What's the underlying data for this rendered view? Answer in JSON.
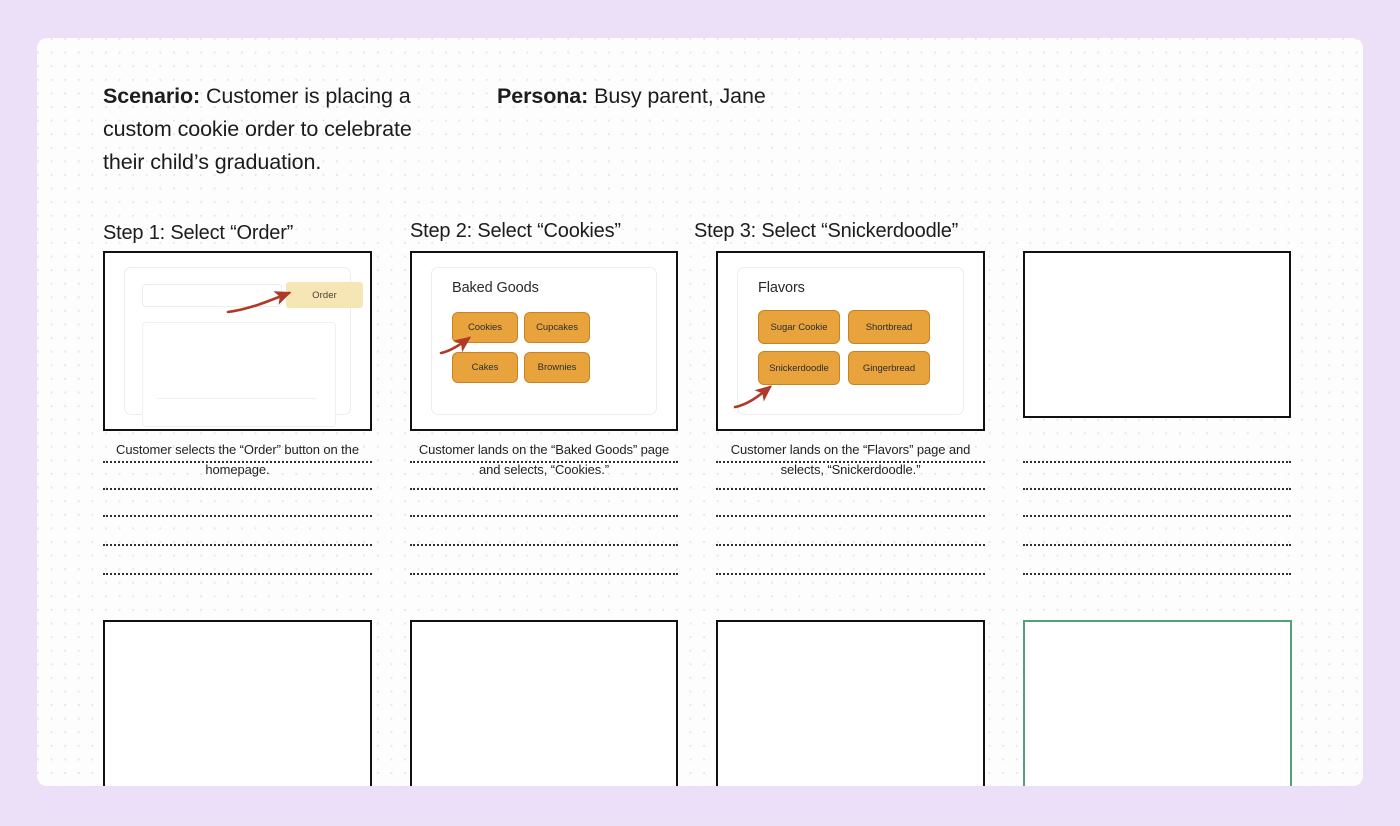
{
  "colors": {
    "page_background": "#ece0f8",
    "canvas_background": "#fdfdfd",
    "frame_border": "#111111",
    "highlight_frame_border": "#4fa27c",
    "option_button_fill": "#e8a33d",
    "option_button_border": "#c8821f",
    "order_button_fill": "#f7e6b5",
    "arrow": "#b03a28",
    "text": "#1c1c1c"
  },
  "header": {
    "scenario_label": "Scenario:",
    "scenario_text": " Customer is placing a custom cookie order to celebrate their child’s graduation.",
    "persona_label": "Persona:",
    "persona_text": " Busy parent, Jane"
  },
  "steps": [
    {
      "title": "Step 1: Select “Order”",
      "caption": "Customer selects the “Order” button on the homepage.",
      "frame_kind": "homepage-wireframe",
      "order_button_label": "Order",
      "has_arrow": true
    },
    {
      "title": "Step 2: Select “Cookies”",
      "caption": "Customer lands on the “Baked Goods” page and selects, “Cookies.”",
      "frame_kind": "option-grid",
      "card_title": "Baked Goods",
      "options": [
        "Cookies",
        "Cupcakes",
        "Cakes",
        "Brownies"
      ],
      "highlighted_option": "Cookies",
      "has_arrow": true
    },
    {
      "title": "Step 3: Select “Snickerdoodle”",
      "caption": "Customer lands on the “Flavors” page and selects, “Snickerdoodle.”",
      "frame_kind": "option-grid",
      "card_title": "Flavors",
      "options": [
        "Sugar Cookie",
        "Shortbread",
        "Snickerdoodle",
        "Gingerbread"
      ],
      "highlighted_option": "Snickerdoodle",
      "has_arrow": true
    },
    {
      "title": "",
      "caption": "",
      "frame_kind": "empty",
      "has_arrow": false
    }
  ],
  "bottom_row": [
    {
      "frame_kind": "empty",
      "highlighted": false
    },
    {
      "frame_kind": "empty",
      "highlighted": false
    },
    {
      "frame_kind": "empty",
      "highlighted": false
    },
    {
      "frame_kind": "empty",
      "highlighted": true
    }
  ],
  "ruled_lines_per_cell": 5
}
